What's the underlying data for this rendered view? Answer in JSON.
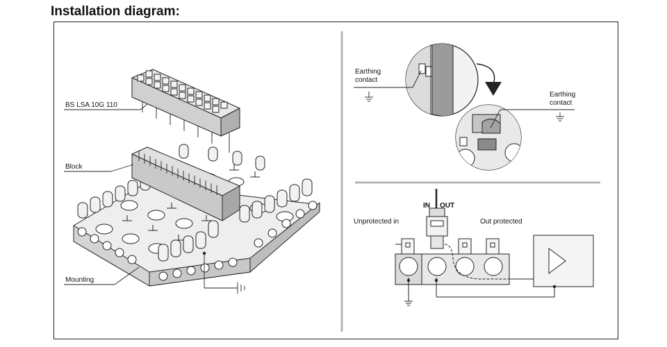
{
  "heading": "Installation diagram:",
  "left_panel": {
    "labels": {
      "bs_lsa": "BS LSA 10G 110",
      "block": "Block",
      "mounting": "Mounting"
    }
  },
  "top_right_panel": {
    "earthing_contact_left": [
      "Earthing",
      "contact"
    ],
    "earthing_contact_right": [
      "Earthing",
      "contact"
    ]
  },
  "bottom_right_panel": {
    "in_label": "IN",
    "out_label": "OUT",
    "unprotected_in": "Unprotected in",
    "out_protected": "Out protected"
  },
  "colors": {
    "line": "#222222",
    "divider": "#b5b5b5",
    "metal_light": "#e6e6e6",
    "metal_mid": "#cfcfcf",
    "metal_dark": "#9a9a9a"
  }
}
